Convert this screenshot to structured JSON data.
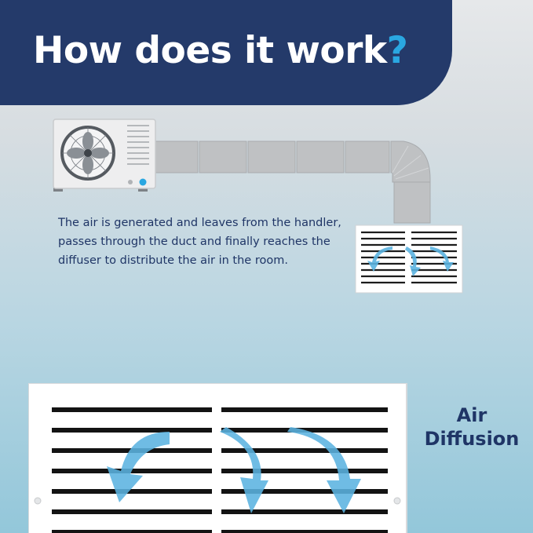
{
  "header": {
    "title": "How does it work",
    "title_mark": "?"
  },
  "description": "The air is generated and leaves from the handler, passes through the duct and finally reaches the diffuser to distribute the air in the room.",
  "side_label": {
    "line1": "Air",
    "line2": "Diffusion"
  },
  "colors": {
    "banner": "#243a6a",
    "accent": "#2aa7e1",
    "text": "#1f3566",
    "arrow": "#5bb3e0"
  },
  "icons": {
    "handler": "ac-outdoor-unit-icon",
    "duct": "air-duct-icon",
    "diffuser": "air-diffuser-grille-icon",
    "airflow": "curved-airflow-arrow-icon"
  }
}
